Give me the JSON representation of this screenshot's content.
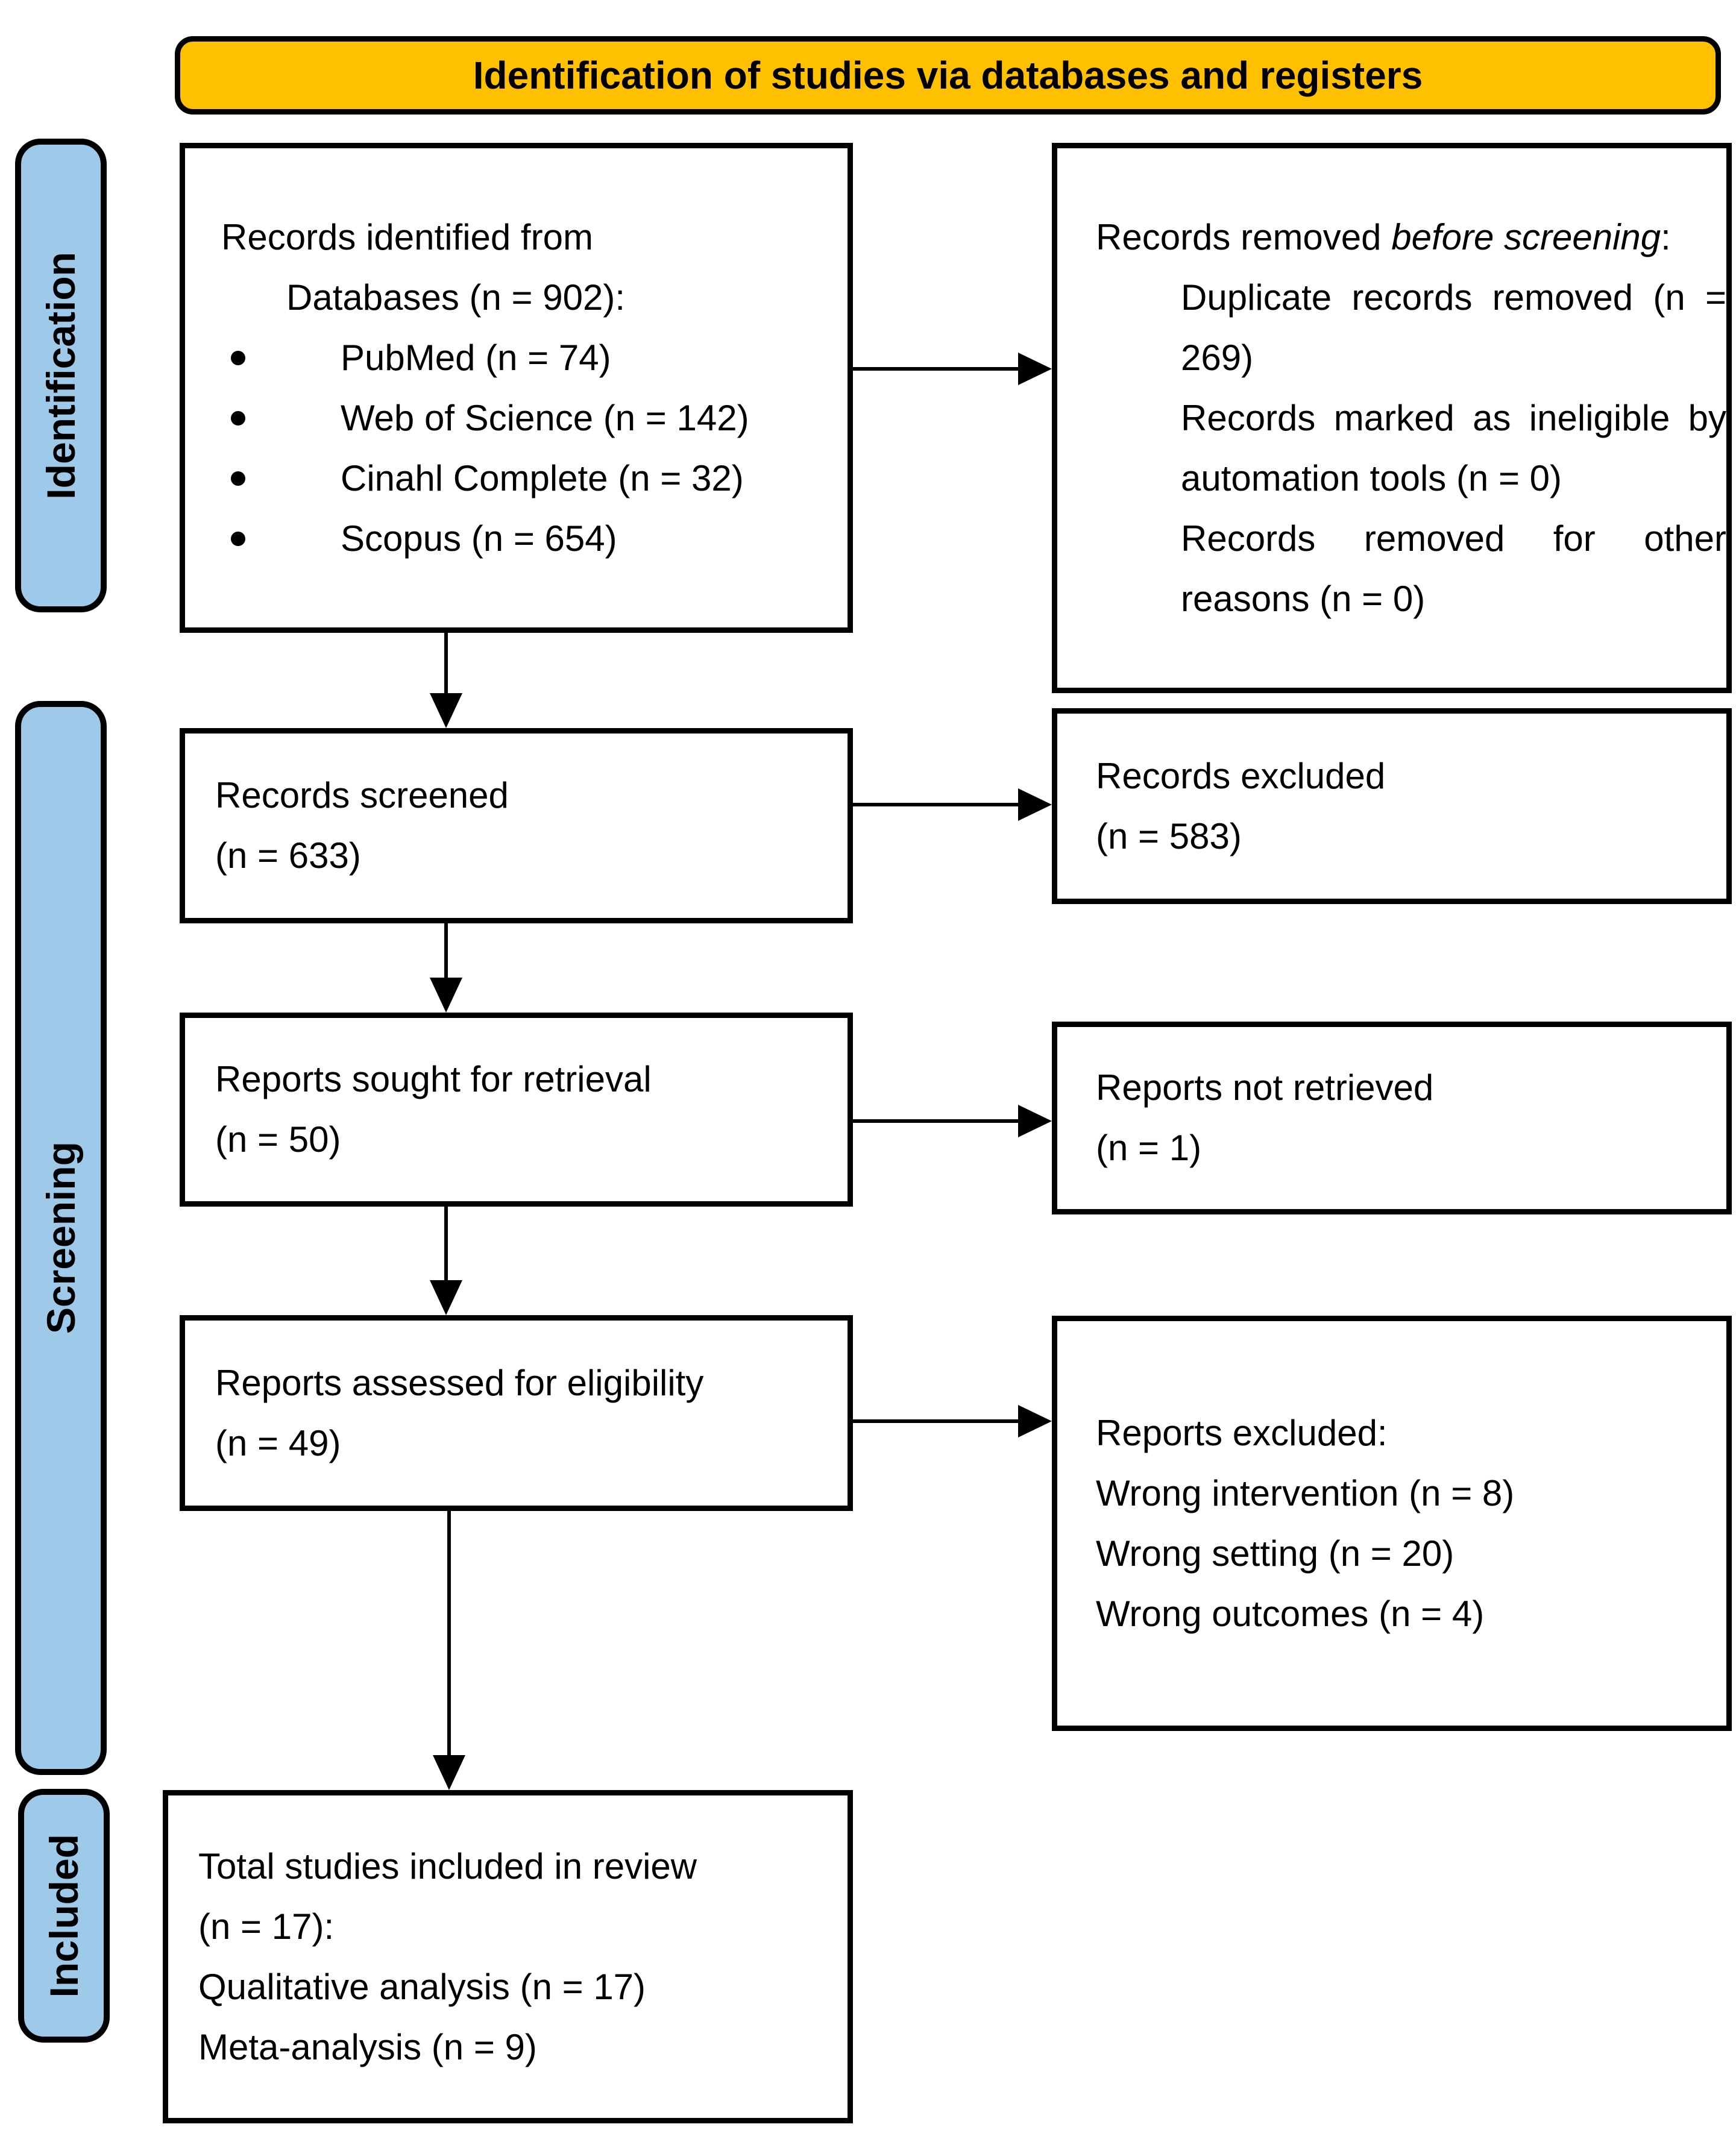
{
  "banner": {
    "title": "Identification of studies via databases and registers"
  },
  "colors": {
    "banner_bg": "#FFC000",
    "stage_bg": "#9FC9E8",
    "border": "#000000",
    "box_bg": "#FFFFFF"
  },
  "icons": {
    "bullet": ""
  },
  "stages": [
    {
      "label": "Identification"
    },
    {
      "label": "Screening"
    },
    {
      "label": "Included"
    }
  ],
  "boxes": {
    "identified": {
      "line1": "Records identified from",
      "line2": "Databases (n = 902):",
      "bullets": [
        "PubMed (n = 74)",
        "Web of Science (n = 142)",
        "Cinahl Complete (n = 32)",
        "Scopus (n = 654)"
      ]
    },
    "removed": {
      "title": {
        "prefix": "Records removed ",
        "italic": "before screening",
        "suffix": ":"
      },
      "lines": [
        {
          "text": "Duplicate records removed (n ="
        },
        {
          "text": "269)"
        },
        {
          "text": "Records marked as ineligible by"
        },
        {
          "text": "automation tools (n = 0)"
        },
        {
          "text": "Records removed for other"
        },
        {
          "text": "reasons (n = 0)"
        }
      ]
    },
    "screened": {
      "line1": "Records screened",
      "line2": "(n = 633)"
    },
    "excluded": {
      "line1": "Records excluded",
      "line2": "(n = 583)"
    },
    "sought": {
      "line1": "Reports sought for retrieval",
      "line2": "(n = 50)"
    },
    "not_retrieved": {
      "line1": "Reports not retrieved",
      "line2": "(n = 1)"
    },
    "assessed": {
      "line1": "Reports assessed for eligibility",
      "line2": "(n = 49)"
    },
    "reports_excluded": {
      "lines": [
        "Reports excluded:",
        "Wrong intervention (n = 8)",
        "Wrong setting (n = 20)",
        "Wrong outcomes (n = 4)"
      ]
    },
    "included": {
      "lines": [
        "Total studies included in review",
        "(n = 17):",
        "Qualitative analysis (n = 17)",
        "Meta-analysis (n = 9)"
      ]
    }
  }
}
